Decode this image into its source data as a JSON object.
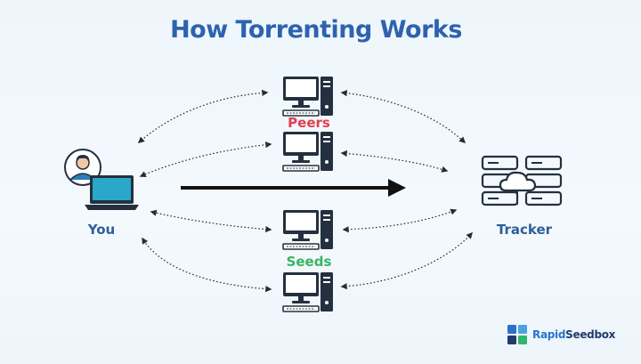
{
  "title": "How Torrenting Works",
  "nodes": {
    "you": "You",
    "tracker": "Tracker",
    "peers": "Peers",
    "seeds": "Seeds"
  },
  "brand": {
    "rapid": "Rapid",
    "seedbox": "Seedbox"
  },
  "colors": {
    "title": "#2e62ae",
    "peers": "#e04050",
    "seeds": "#35b563",
    "node_label": "#2d5f99",
    "device": "#24303f",
    "accent": "#2aa7c9"
  }
}
